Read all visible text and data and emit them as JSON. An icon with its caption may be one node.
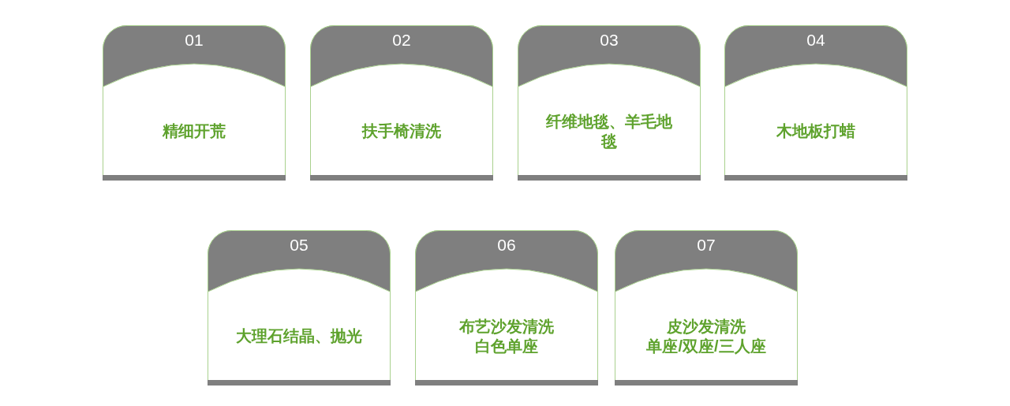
{
  "diagram": {
    "nodes": [
      {
        "text": [
          "01",
          "精细开荒"
        ]
      },
      {
        "text": [
          "02",
          "扶手椅清洗"
        ]
      },
      {
        "text": [
          "03",
          "纤维地毯、羊毛地毯"
        ]
      },
      {
        "text": [
          "04",
          "木地板打蜡"
        ]
      },
      {
        "text": [
          "05",
          "大理石结晶、抛光"
        ]
      },
      {
        "text": [
          "06",
          "布艺沙发清洗",
          "白色单座"
        ]
      },
      {
        "text": [
          "07",
          "皮沙发清洗",
          "单座/双座/三人座"
        ]
      }
    ]
  }
}
